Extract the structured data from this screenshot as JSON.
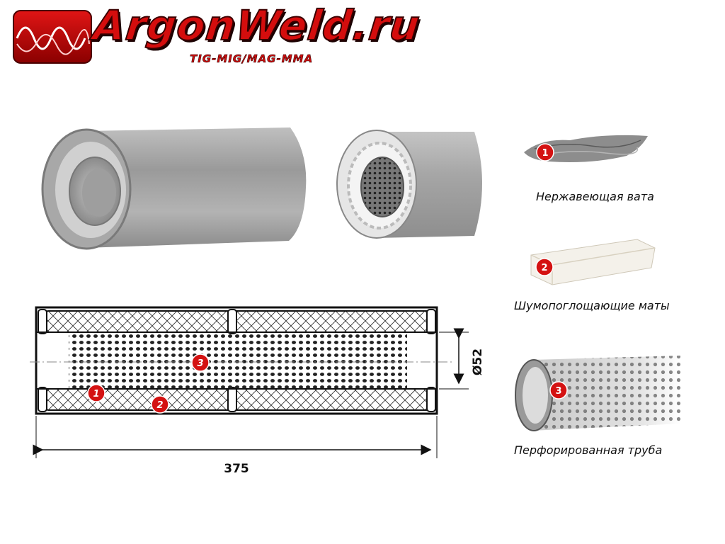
{
  "brand": {
    "name": "ArgonWeld.ru",
    "tagline": "TIG-MIG/MAG-MMA",
    "accent": "#d40d0d"
  },
  "materials": [
    {
      "number": "1",
      "label": "Нержавеющая вата"
    },
    {
      "number": "2",
      "label": "Шумопоглощающие маты"
    },
    {
      "number": "3",
      "label": "Перфорированная труба"
    }
  ],
  "drawing": {
    "length_label": "375",
    "diameter_label": "Ø52",
    "markers": [
      "1",
      "2",
      "3"
    ]
  }
}
